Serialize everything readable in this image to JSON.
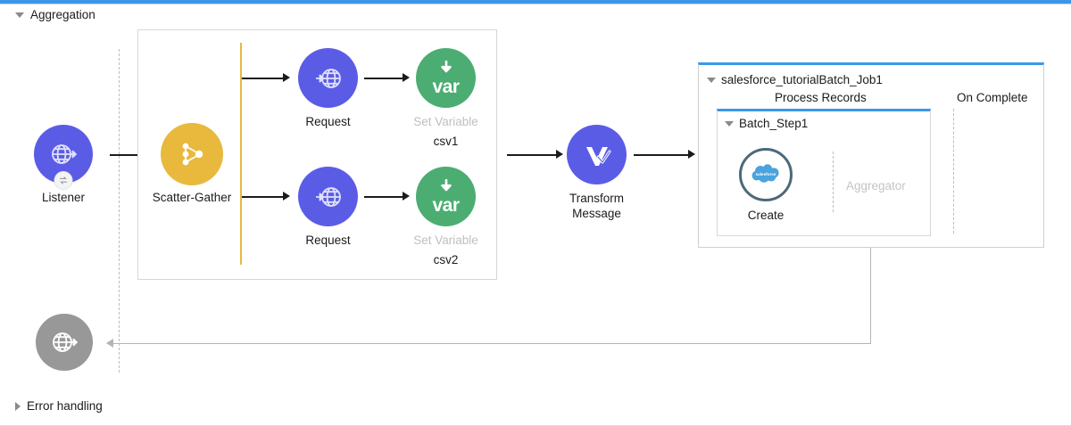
{
  "canvas": {
    "accent_color": "#3d97e8",
    "background": "#ffffff"
  },
  "sections": [
    {
      "name": "aggregation",
      "label": "Aggregation",
      "expanded": true,
      "toggle_icon": "triangle-down-icon"
    },
    {
      "name": "error-handling",
      "label": "Error handling",
      "expanded": false,
      "toggle_icon": "triangle-right-icon"
    }
  ],
  "flow": {
    "source": {
      "label": "Listener",
      "icon": "http-globe-icon",
      "badge_icon": "exchange-arrows-icon",
      "color": "#5b5ce6"
    },
    "scatter_gather": {
      "label": "Scatter-Gather",
      "icon": "scatter-gather-nodes-icon",
      "color": "#e8b93d",
      "split_line_color": "#e8b93d"
    },
    "branches": [
      {
        "name": "branch-1",
        "request": {
          "label": "Request",
          "icon": "http-request-globe-icon",
          "color": "#5b5ce6"
        },
        "set_variable": {
          "label": "Set Variable",
          "variable": "csv1",
          "icon": "set-variable-icon",
          "icon_text": "var",
          "color": "#4cad72"
        }
      },
      {
        "name": "branch-2",
        "request": {
          "label": "Request",
          "icon": "http-request-globe-icon",
          "color": "#5b5ce6"
        },
        "set_variable": {
          "label": "Set Variable",
          "variable": "csv2",
          "icon": "set-variable-icon",
          "icon_text": "var",
          "color": "#4cad72"
        }
      }
    ],
    "transform": {
      "label_line1": "Transform",
      "label_line2": "Message",
      "icon": "dataweave-icon",
      "color": "#5b5ce6"
    },
    "response": {
      "icon": "http-response-globe-icon",
      "color": "#989898"
    }
  },
  "batch_job": {
    "title": "salesforce_tutorialBatch_Job1",
    "toggle_icon": "triangle-down-icon",
    "phases": [
      {
        "name": "process-records",
        "label": "Process Records"
      },
      {
        "name": "on-complete",
        "label": "On Complete"
      }
    ],
    "batch_step": {
      "title": "Batch_Step1",
      "toggle_icon": "triangle-down-icon",
      "operation": {
        "label": "Create",
        "icon": "salesforce-cloud-icon",
        "ring_color": "#4b6a7a"
      },
      "aggregator_placeholder": "Aggregator"
    }
  }
}
